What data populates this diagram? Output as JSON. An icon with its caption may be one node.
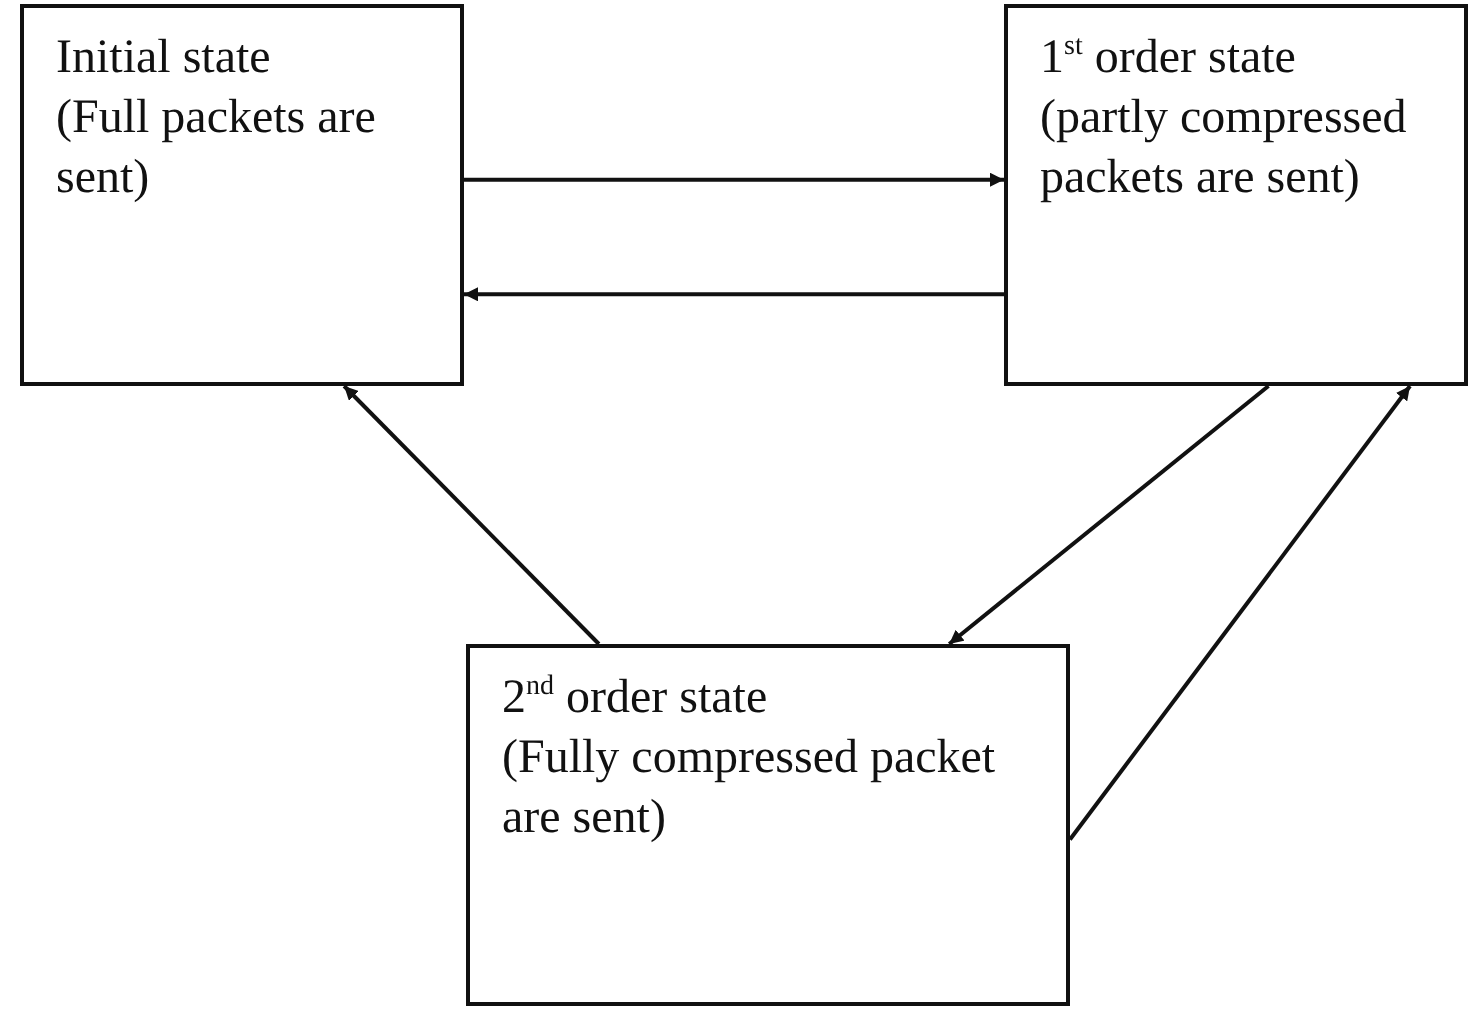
{
  "diagram": {
    "nodes": [
      {
        "text": [
          "Initial state",
          "(Full packets are sent)"
        ]
      },
      {
        "text": [
          "1$^{st}$ order state",
          "(partly compressed packets are sent)"
        ]
      },
      {
        "text": [
          "2$^{nd}$ order state",
          "(Fully compressed packet are sent)"
        ]
      }
    ],
    "edges": [
      {
        "from": 0,
        "to": 1,
        "arrow": "to"
      },
      {
        "from": 1,
        "to": 0,
        "arrow": "to"
      },
      {
        "from": 2,
        "to": 0,
        "arrow": "to"
      },
      {
        "from": 1,
        "to": 2,
        "arrow": "to"
      },
      {
        "from": 2,
        "to": 1,
        "arrow": "to"
      }
    ]
  }
}
